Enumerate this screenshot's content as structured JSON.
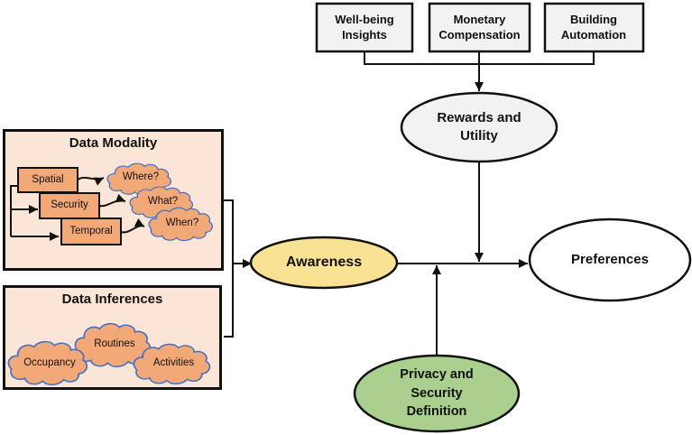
{
  "colors": {
    "panel_fill": "#FBE5D6",
    "orange_fill": "#F3A878",
    "cloud_stroke": "#4472C4",
    "gray_fill": "#F2F2F2",
    "yellow_fill": "#FAE294",
    "green_fill": "#A9D08E",
    "white_fill": "#FFFFFF",
    "line_color": "#111111"
  },
  "top_boxes": [
    {
      "label": "Well-being\nInsights"
    },
    {
      "label": "Monetary\nCompensation"
    },
    {
      "label": "Building\nAutomation"
    }
  ],
  "nodes": {
    "rewards": "Rewards and\nUtility",
    "awareness": "Awareness",
    "preferences": "Preferences",
    "privacy": "Privacy and\nSecurity\nDefinition"
  },
  "data_modality": {
    "title": "Data Modality",
    "boxes": [
      "Spatial",
      "Security",
      "Temporal"
    ],
    "clouds": [
      "Where?",
      "What?",
      "When?"
    ]
  },
  "data_inferences": {
    "title": "Data Inferences",
    "clouds": [
      "Occupancy",
      "Routines",
      "Activities"
    ]
  }
}
